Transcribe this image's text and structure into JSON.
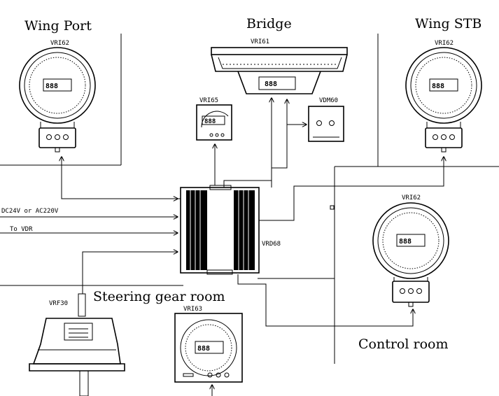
{
  "zones": {
    "wing_port": "Wing Port",
    "bridge": "Bridge",
    "wing_stb": "Wing STB",
    "steering_gear_room": "Steering gear room",
    "control_room": "Control room"
  },
  "devices": {
    "vri62_port": "VRI62",
    "vri61": "VRI61",
    "vri62_stb": "VRI62",
    "vri65": "VRI65",
    "vdm60": "VDM60",
    "vrd68": "VRD68",
    "vri62_control": "VRI62",
    "vrf30": "VRF30",
    "vri63": "VRI63"
  },
  "inputs": {
    "power": "DC24V or AC220V",
    "vdr": "To VDR"
  },
  "display_digits": "888",
  "colors": {
    "line": "#000000",
    "background": "#ffffff"
  }
}
